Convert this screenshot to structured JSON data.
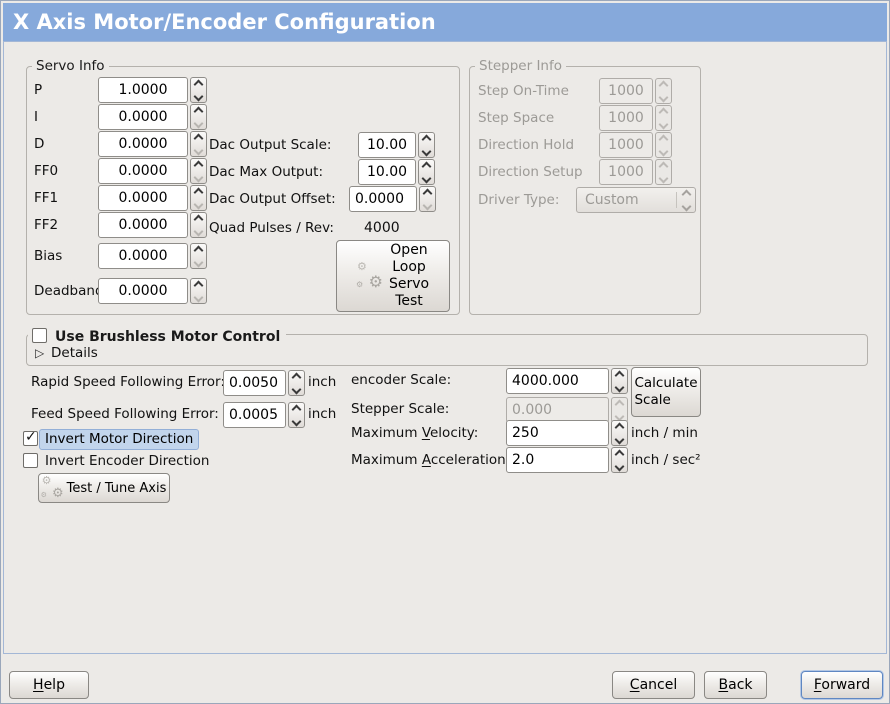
{
  "window": {
    "title": "X Axis Motor/Encoder Configuration"
  },
  "servo_info": {
    "title": "Servo Info",
    "pid_fields": [
      {
        "label": "P",
        "value": "1.0000",
        "at_min": false
      },
      {
        "label": "I",
        "value": "0.0000",
        "at_min": true
      },
      {
        "label": "D",
        "value": "0.0000",
        "at_min": true
      },
      {
        "label": "FF0",
        "value": "0.0000",
        "at_min": true
      },
      {
        "label": "FF1",
        "value": "0.0000",
        "at_min": true
      },
      {
        "label": "FF2",
        "value": "0.0000",
        "at_min": true
      },
      {
        "label": "Bias",
        "value": "0.0000",
        "at_min": true
      },
      {
        "label": "Deadband",
        "value": "0.0000",
        "at_min": true
      }
    ],
    "dac_output_scale": {
      "label": "Dac Output Scale:",
      "value": "10.00"
    },
    "dac_max_output": {
      "label": "Dac Max Output:",
      "value": "10.00"
    },
    "dac_output_offset": {
      "label": "Dac Output Offset:",
      "value": "0.0000"
    },
    "quad_pulses": {
      "label": "Quad Pulses / Rev:",
      "value": "4000"
    },
    "open_loop_button": "Open\nLoop\nServo\nTest"
  },
  "stepper_info": {
    "title": "Stepper Info",
    "enabled": false,
    "fields": [
      {
        "label": "Step On-Time",
        "value": "1000"
      },
      {
        "label": "Step Space",
        "value": "1000"
      },
      {
        "label": "Direction Hold",
        "value": "1000"
      },
      {
        "label": "Direction Setup",
        "value": "1000"
      }
    ],
    "driver_type": {
      "label": "Driver Type:",
      "value": "Custom"
    }
  },
  "brushless": {
    "checkbox_label": "Use Brushless Motor Control",
    "checked": false,
    "details_label": "Details",
    "expanded": false
  },
  "following_error": {
    "rapid": {
      "label": "Rapid Speed Following Error:",
      "value": "0.0050",
      "unit": "inch"
    },
    "feed": {
      "label": "Feed Speed Following Error:",
      "value": "0.0005",
      "unit": "inch"
    }
  },
  "direction": {
    "invert_motor": {
      "label": "Invert Motor Direction",
      "checked": true
    },
    "invert_encoder": {
      "label": "Invert Encoder Direction",
      "checked": false
    }
  },
  "test_tune_button": "Test / Tune Axis",
  "scaling": {
    "encoder_scale": {
      "label": "encoder Scale:",
      "value": "4000.000"
    },
    "calculate_button": "Calculate\nScale",
    "stepper_scale": {
      "label": "Stepper Scale:",
      "value": "0.000",
      "enabled": false
    },
    "max_velocity": {
      "label_pre": "Maximum ",
      "label_key": "V",
      "label_post": "elocity:",
      "value": "250",
      "unit": "inch / min"
    },
    "max_accel": {
      "label_pre": "Maximum ",
      "label_key": "A",
      "label_post": "cceleration:",
      "value": "2.0",
      "unit": "inch / sec²"
    }
  },
  "footer": {
    "help": {
      "key": "H",
      "rest": "elp"
    },
    "cancel": {
      "key": "C",
      "rest": "ancel"
    },
    "back": {
      "key": "B",
      "rest": "ack"
    },
    "forward": {
      "key": "F",
      "rest": "orward"
    }
  },
  "colors": {
    "titlebar": "#86A9DB",
    "panel_border": "#A3B7D6",
    "highlight_bg": "#C2D5EC",
    "highlight_border": "#93AFD7",
    "disabled_text": "#9C9A96"
  }
}
